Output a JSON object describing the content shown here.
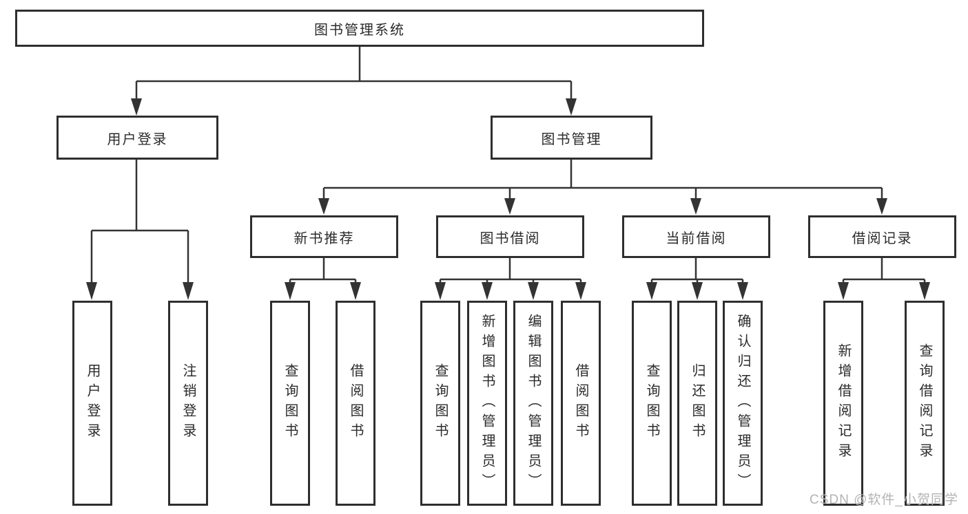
{
  "diagram": {
    "title": "图书管理系统",
    "level2": [
      {
        "label": "用户登录"
      },
      {
        "label": "图书管理"
      }
    ],
    "level3": [
      {
        "label": "新书推荐"
      },
      {
        "label": "图书借阅"
      },
      {
        "label": "当前借阅"
      },
      {
        "label": "借阅记录"
      }
    ],
    "leaves": [
      {
        "label": "用户登录"
      },
      {
        "label": "注销登录"
      },
      {
        "label": "查询图书"
      },
      {
        "label": "借阅图书"
      },
      {
        "label": "查询图书"
      },
      {
        "label": "新增图书（管理员）"
      },
      {
        "label": "编辑图书（管理员）"
      },
      {
        "label": "借阅图书"
      },
      {
        "label": "查询图书"
      },
      {
        "label": "归还图书"
      },
      {
        "label": "确认归还（管理员）"
      },
      {
        "label": "新增借阅记录"
      },
      {
        "label": "查询借阅记录"
      }
    ],
    "colors": {
      "line": "#333333",
      "box_border": "#2e2e2e",
      "text": "#2b2b2b",
      "background": "#ffffff",
      "watermark": "#b3b3b3"
    }
  },
  "watermark": {
    "text": "CSDN @软件_小贺同学"
  }
}
